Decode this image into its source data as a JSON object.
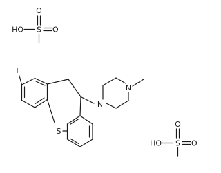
{
  "molecule": {
    "atom_labels": {
      "iodine": "I",
      "sulfur": "S",
      "nitrogen_1": "N",
      "nitrogen_2": "N"
    },
    "acid_1": {
      "hydroxyl": "HO",
      "sulfur": "S",
      "oxygen_top": "O",
      "oxygen_right": "O"
    },
    "acid_2": {
      "hydroxyl": "HO",
      "sulfur": "S",
      "oxygen_top": "O",
      "oxygen_right": "O"
    }
  }
}
